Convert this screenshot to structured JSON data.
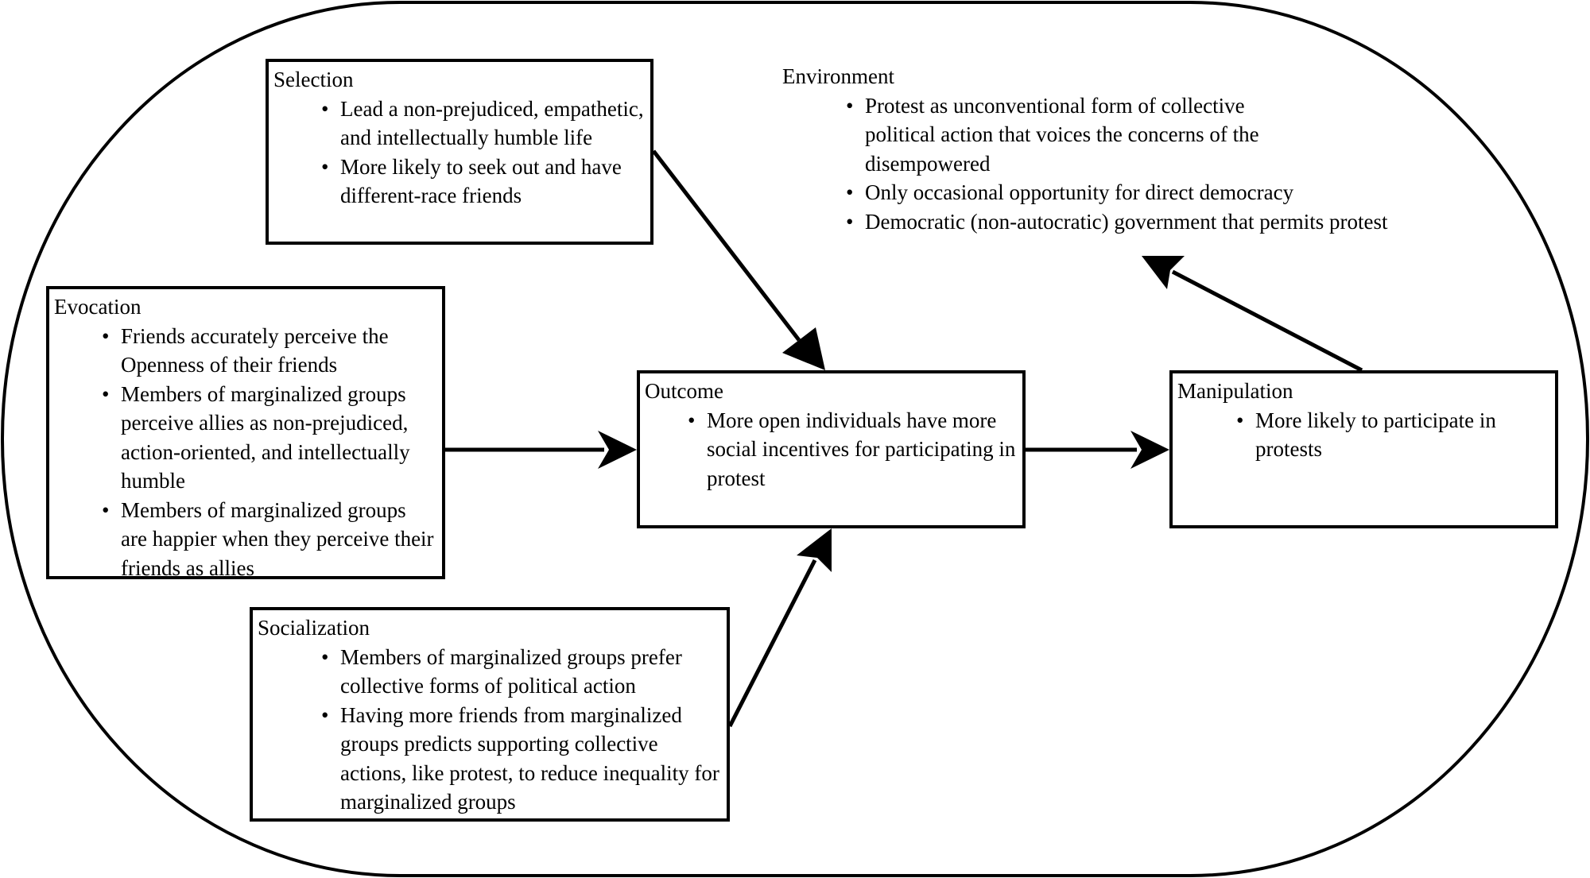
{
  "diagram": {
    "environment": {
      "title": "Environment",
      "items": [
        "Protest as unconventional form of collective political action that voices the concerns of the disempowered",
        "Only occasional opportunity for direct democracy",
        "Democratic (non-autocratic) government that permits protest"
      ]
    },
    "selection": {
      "title": "Selection",
      "items": [
        "Lead a non-prejudiced, empathetic, and intellectually humble life",
        "More likely to seek out and have different-race friends"
      ]
    },
    "evocation": {
      "title": "Evocation",
      "items": [
        "Friends accurately perceive the Openness of their friends",
        "Members of marginalized groups perceive allies as non-prejudiced, action-oriented, and intellectually humble",
        "Members of marginalized groups are happier when they perceive their friends as allies"
      ]
    },
    "socialization": {
      "title": "Socialization",
      "items": [
        "Members of marginalized groups prefer collective forms of political action",
        "Having more friends from marginalized groups predicts supporting collective actions, like protest, to reduce inequality for marginalized groups"
      ]
    },
    "outcome": {
      "title": "Outcome",
      "items": [
        "More open individuals have more social incentives for participating in protest"
      ]
    },
    "manipulation": {
      "title": "Manipulation",
      "items": [
        "More likely to participate in protests"
      ]
    }
  }
}
